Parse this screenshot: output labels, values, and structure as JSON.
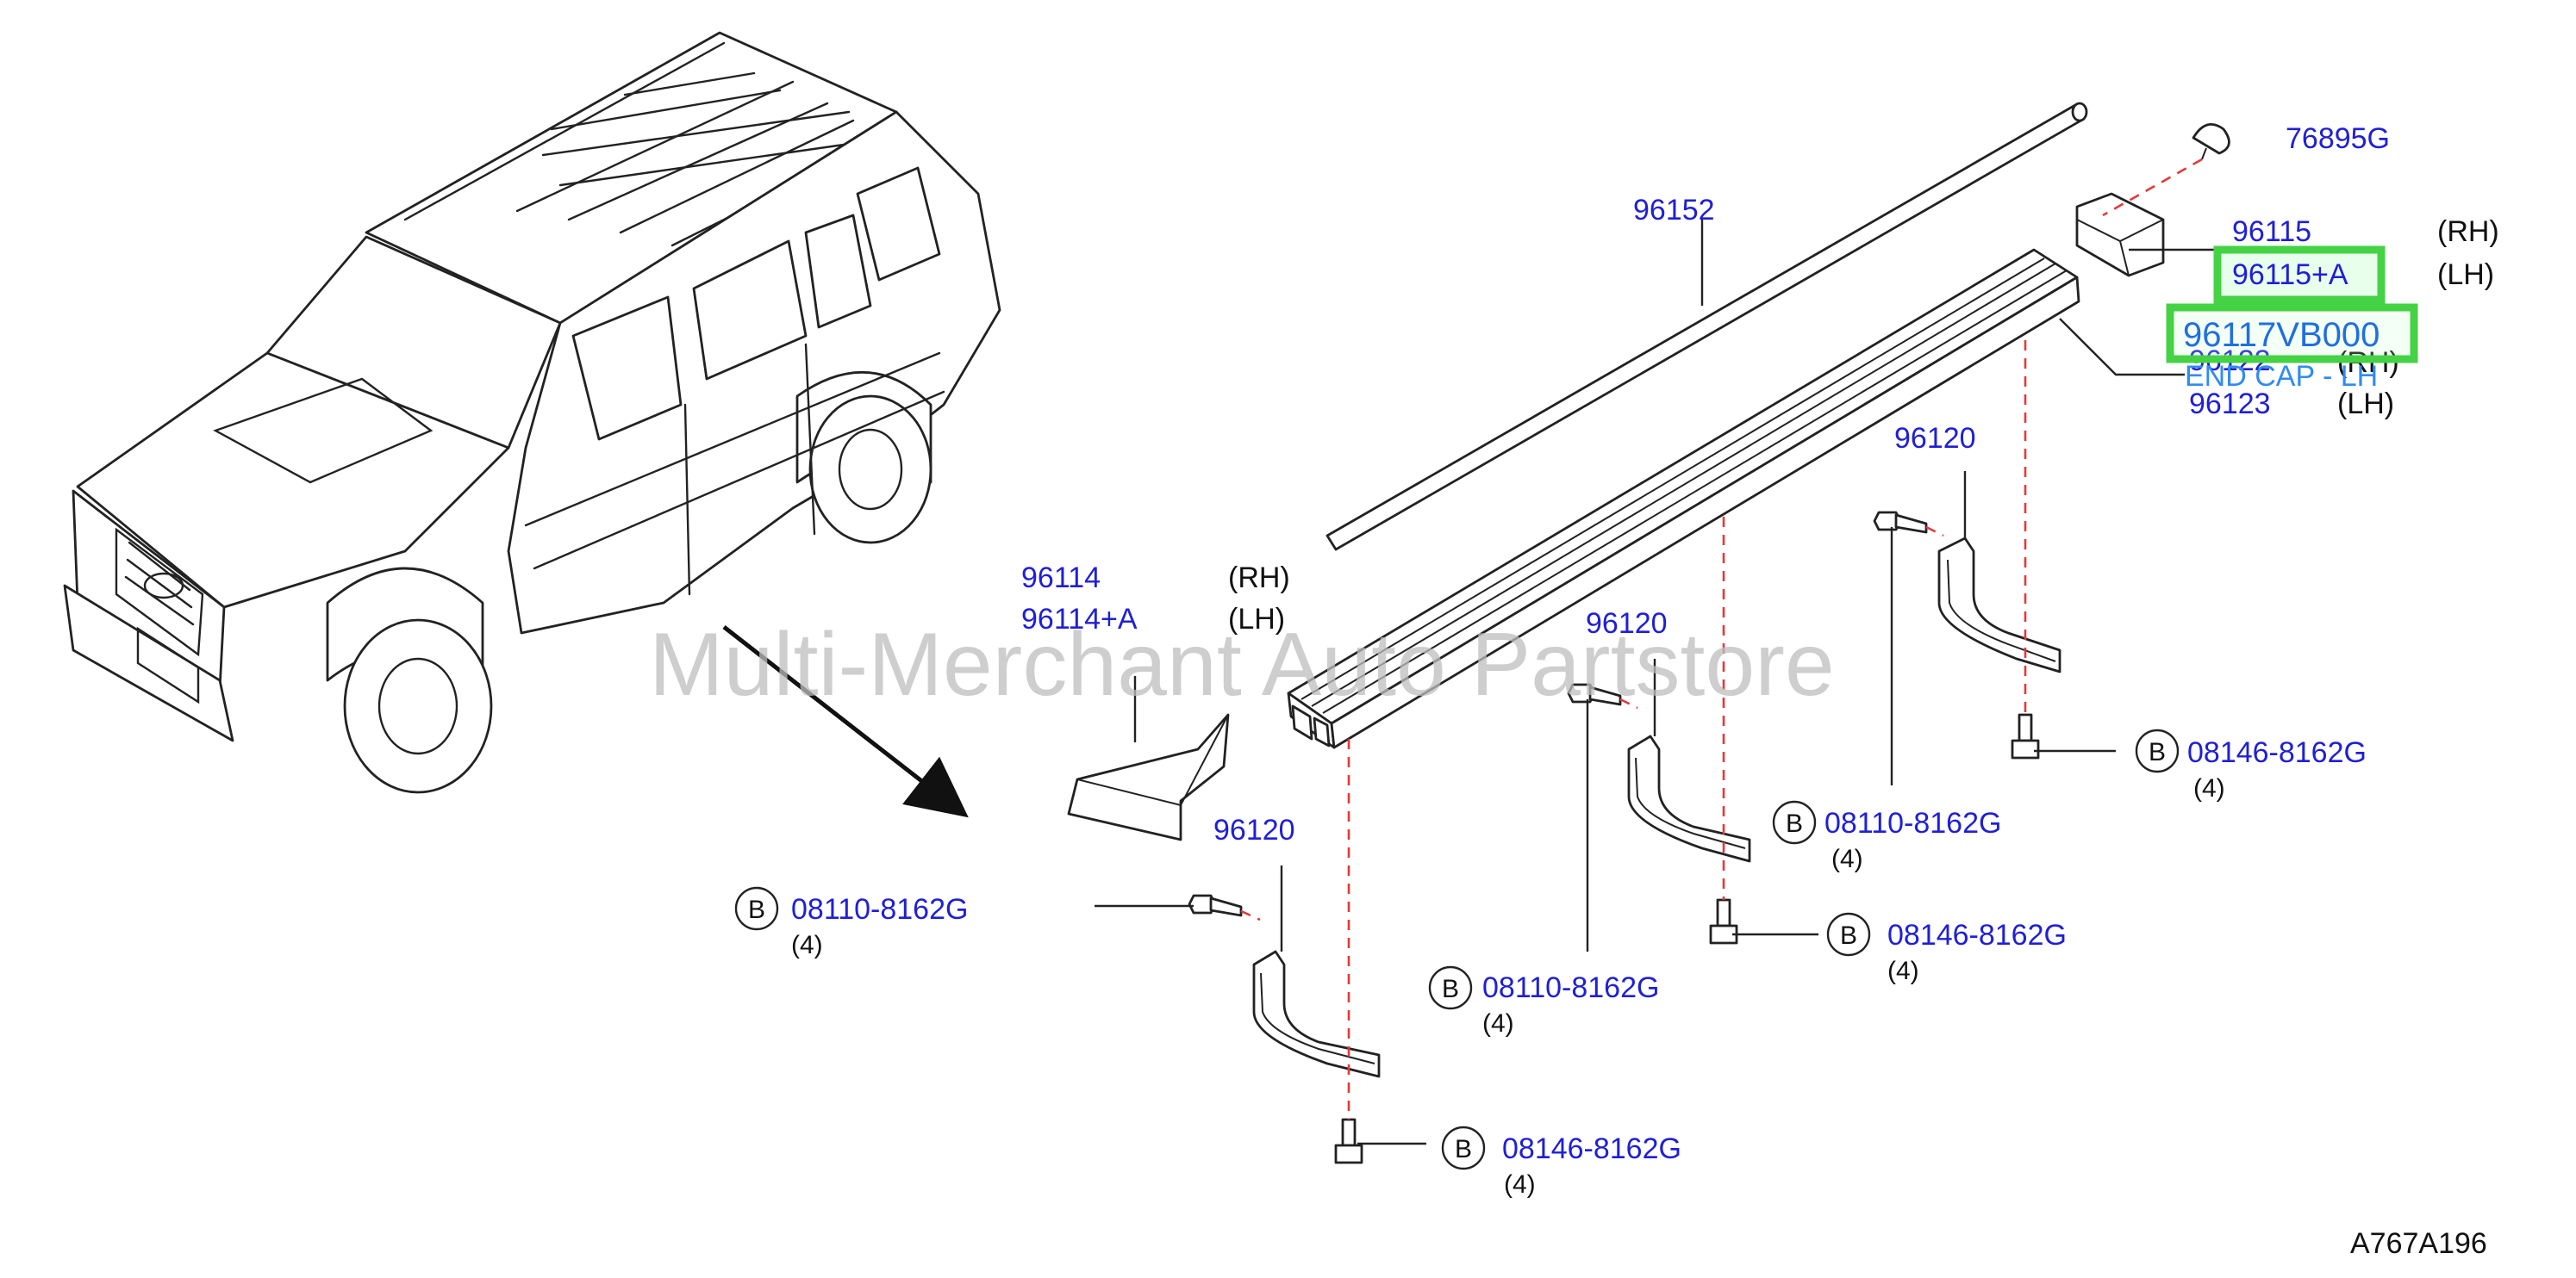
{
  "watermark": "Multi-Merchant Auto Partstore",
  "diagram_code": "A767A196",
  "bolt_marker": "B",
  "parts": {
    "p76895g": "76895G",
    "p96152": "96152",
    "p96115": "96115",
    "p96115a": "96115+A",
    "p96117": "96117VB000",
    "p96117_desc": "END CAP - LH",
    "p96122": "96122",
    "p96123": "96123",
    "p96114": "96114",
    "p96114a": "96114+A",
    "p96120_right": "96120",
    "p96120_mid": "96120",
    "p96120_left": "96120",
    "b08146_right": "08146-8162G",
    "b08110_right": "08110-8162G",
    "b08146_mid": "08146-8162G",
    "b08110_mid": "08110-8162G",
    "b08110_left": "08110-8162G",
    "b08146_left": "08146-8162G"
  },
  "sides": {
    "rh_96115": "(RH)",
    "lh_96115a": "(LH)",
    "rh_96122": "(RH)",
    "lh_96123": "(LH)",
    "rh_96114": "(RH)",
    "lh_96114a": "(LH)"
  },
  "qty": {
    "b08146_right": "(4)",
    "b08110_right": "(4)",
    "b08146_mid": "(4)",
    "b08110_mid": "(4)",
    "b08110_left": "(4)",
    "b08146_left": "(4)"
  },
  "colors": {
    "part_number": "#1f1fd6",
    "highlight_border": "#45d245",
    "highlight_text": "#1f6fe0",
    "leader_dash": "#e23a3a"
  }
}
